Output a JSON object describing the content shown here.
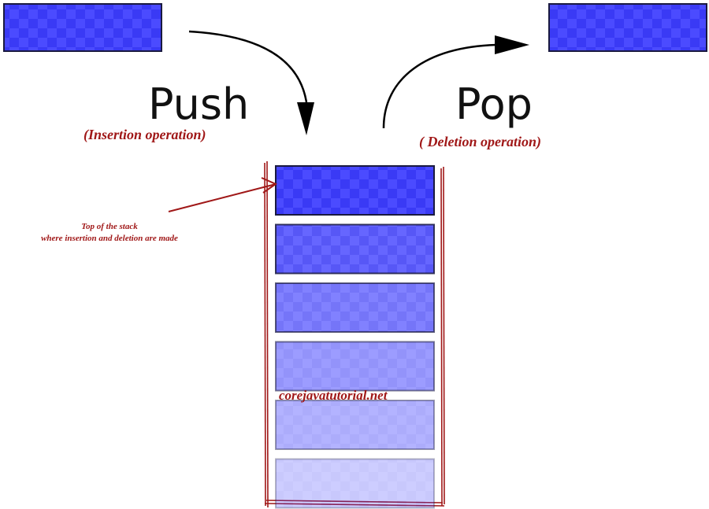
{
  "push": {
    "title": "Push",
    "subtitle": "(Insertion operation)"
  },
  "pop": {
    "title": "Pop",
    "subtitle": "( Deletion operation)"
  },
  "top_note": {
    "line1": "Top of the stack",
    "line2": "where insertion and deletion are made"
  },
  "watermark": "corejavatutorial.net",
  "stack": {
    "element_count": 6,
    "opacities": [
      1.0,
      0.85,
      0.7,
      0.55,
      0.42,
      0.28
    ]
  },
  "colors": {
    "block": "#3333ff",
    "accent": "#a01818",
    "arrow": "#000000"
  }
}
